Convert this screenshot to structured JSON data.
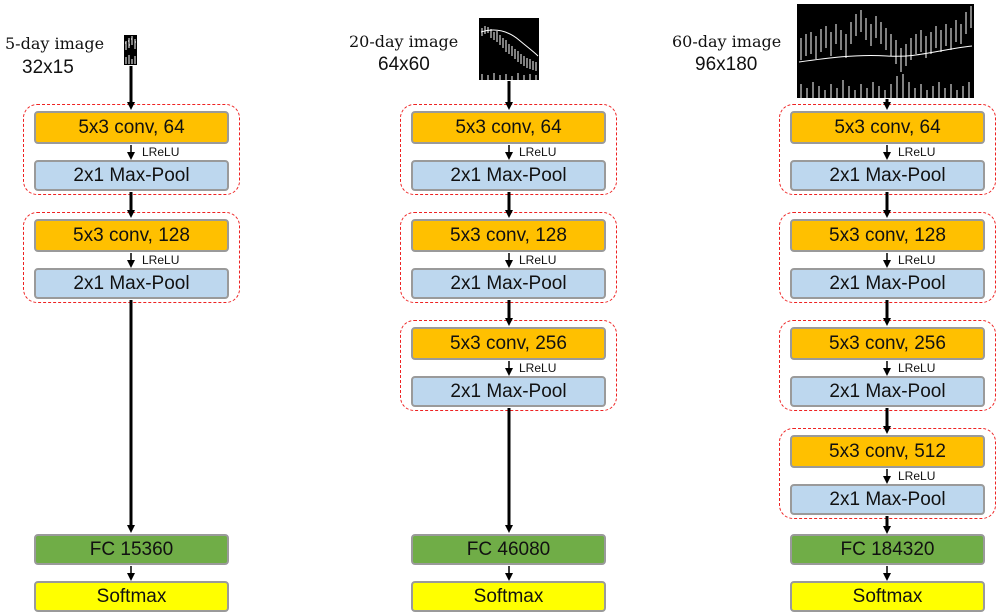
{
  "columns": [
    {
      "image_label": "5-day image",
      "image_size": "32x15",
      "blocks": [
        {
          "conv": "5x3 conv, 64",
          "activation": "LReLU",
          "pool": "2x1 Max-Pool"
        },
        {
          "conv": "5x3 conv, 128",
          "activation": "LReLU",
          "pool": "2x1 Max-Pool"
        }
      ],
      "fc": "FC 15360",
      "softmax": "Softmax"
    },
    {
      "image_label": "20-day image",
      "image_size": "64x60",
      "blocks": [
        {
          "conv": "5x3 conv, 64",
          "activation": "LReLU",
          "pool": "2x1 Max-Pool"
        },
        {
          "conv": "5x3 conv, 128",
          "activation": "LReLU",
          "pool": "2x1 Max-Pool"
        },
        {
          "conv": "5x3 conv, 256",
          "activation": "LReLU",
          "pool": "2x1 Max-Pool"
        }
      ],
      "fc": "FC 46080",
      "softmax": "Softmax"
    },
    {
      "image_label": "60-day image",
      "image_size": "96x180",
      "blocks": [
        {
          "conv": "5x3 conv, 64",
          "activation": "LReLU",
          "pool": "2x1 Max-Pool"
        },
        {
          "conv": "5x3 conv, 128",
          "activation": "LReLU",
          "pool": "2x1 Max-Pool"
        },
        {
          "conv": "5x3 conv, 256",
          "activation": "LReLU",
          "pool": "2x1 Max-Pool"
        },
        {
          "conv": "5x3 conv, 512",
          "activation": "LReLU",
          "pool": "2x1 Max-Pool"
        }
      ],
      "fc": "FC 184320",
      "softmax": "Softmax"
    }
  ],
  "colors": {
    "conv": "#ffc000",
    "pool": "#bdd7ee",
    "fc": "#70ad47",
    "softmax": "#ffff00",
    "group_border": "#ee2222",
    "box_border": "#9a9a9a"
  }
}
